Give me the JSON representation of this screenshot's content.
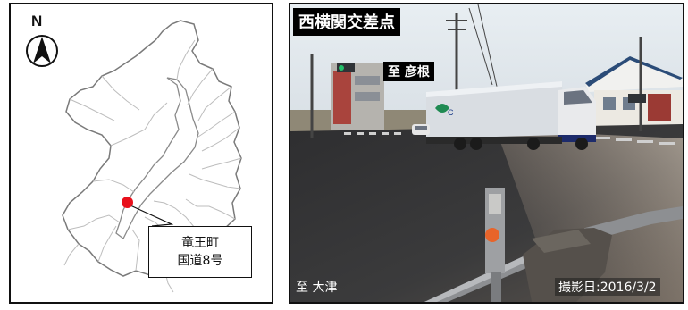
{
  "map": {
    "north_label": "N",
    "callout": {
      "line1": "竜王町",
      "line2": "国道8号"
    },
    "marker_color": "#e8101c"
  },
  "photo": {
    "title": "西横関交差点",
    "direction_top": "至 彦根",
    "direction_bottom": "至 大津",
    "date": "撮影日:2016/3/2"
  },
  "colors": {
    "boundary_outer": "#7a7a7a",
    "boundary_inner": "#bdbdbd",
    "road": "#3a3a3a",
    "sky": "#dfe6ec"
  }
}
